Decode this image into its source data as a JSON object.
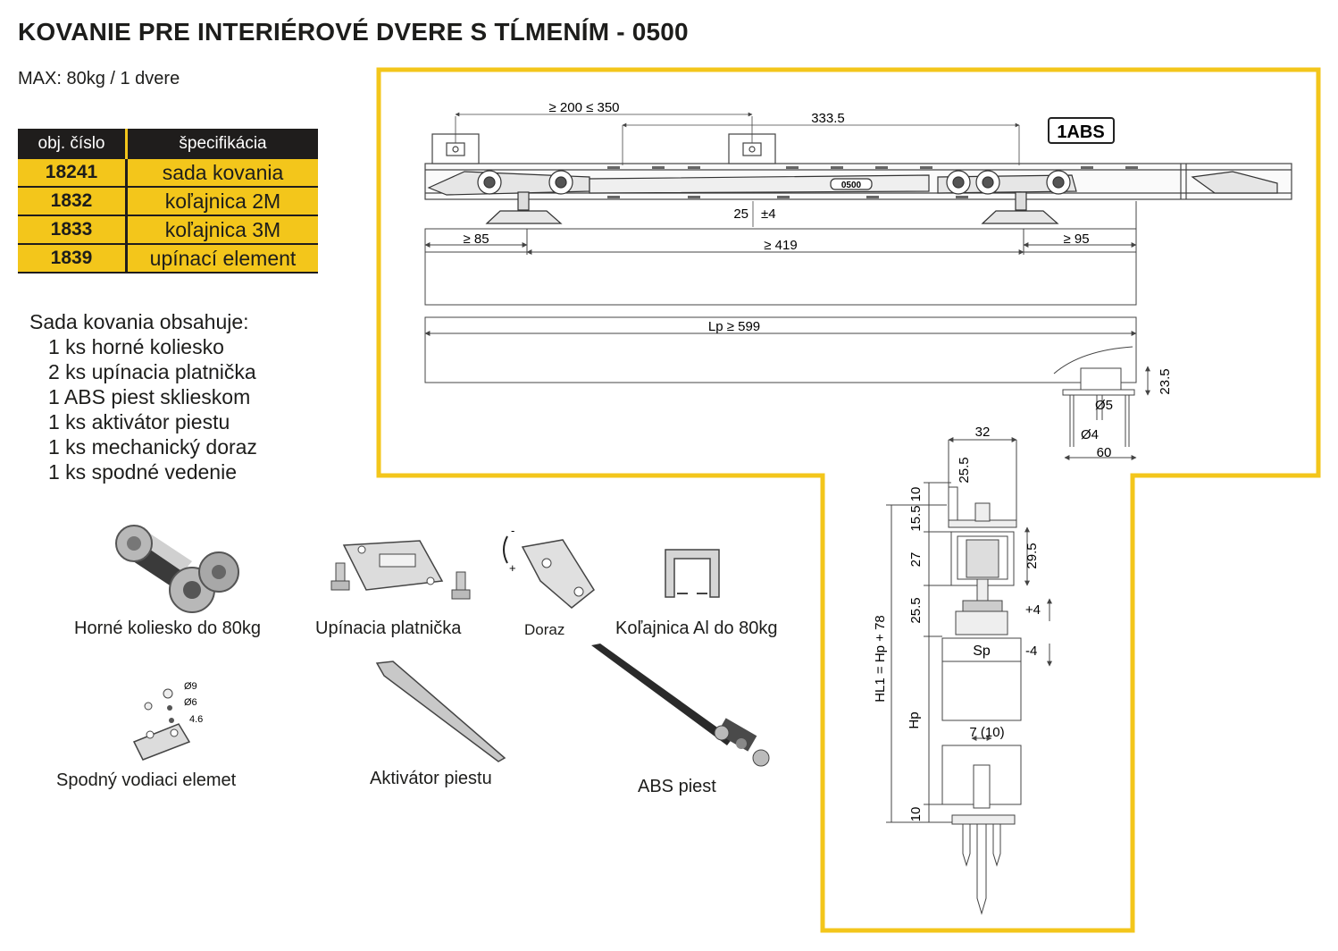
{
  "title": "KOVANIE PRE INTERIÉROVÉ DVERE S TĹMENÍM - 0500",
  "subtitle": "MAX: 80kg / 1 dvere",
  "table": {
    "headers": [
      "obj. číslo",
      "špecifikácia"
    ],
    "rows": [
      [
        "18241",
        "sada kovania"
      ],
      [
        "1832",
        "koľajnica 2M"
      ],
      [
        "1833",
        "koľajnica 3M"
      ],
      [
        "1839",
        "upínací element"
      ]
    ]
  },
  "contents": {
    "heading": "Sada kovania obsahuje:",
    "items": [
      "1 ks horné koliesko",
      "2 ks upínacia platnička",
      "1 ABS piest sklieskom",
      "1 ks aktivátor piestu",
      "1 ks mechanický doraz",
      "1 ks spodné vedenie"
    ]
  },
  "captions": {
    "roller": "Horné koliesko do 80kg",
    "plate": "Upínacia platnička",
    "stop": "Doraz",
    "rail": "Koľajnica Al do 80kg",
    "guide": "Spodný vodiaci elemet",
    "activator": "Aktivátor piestu",
    "piston": "ABS piest"
  },
  "icon_labels": {
    "d9": "Ø9",
    "d6": "Ø6",
    "d46": "4.6",
    "stop_minus": "-",
    "stop_plus": "+"
  },
  "badge": "1ABS",
  "rail_mark": "0500",
  "dimensions": {
    "range_200_350": "≥ 200 ≤ 350",
    "d333": "333.5",
    "d25": "25",
    "pm4": "±4",
    "d85": "≥ 85",
    "d419": "≥ 419",
    "d95": "≥ 95",
    "lp": "Lp ≥ 599",
    "d23_5": "23.5",
    "d5": "Ø5",
    "d4": "Ø4",
    "d60": "60",
    "d32": "32",
    "d25_5a": "25.5",
    "v10a": "10",
    "v15_5": "15.5",
    "d29_5": "29.5",
    "v27": "27",
    "v25_5": "25.5",
    "plus4": "+4",
    "minus4": "-4",
    "sp": "Sp",
    "hl1": "HL1 = Hp + 78",
    "hp": "Hp",
    "d7": "7 (10)",
    "v10b": "10"
  },
  "colors": {
    "accent": "#f3c61b",
    "dark": "#1f1d1c",
    "line": "#555555"
  }
}
